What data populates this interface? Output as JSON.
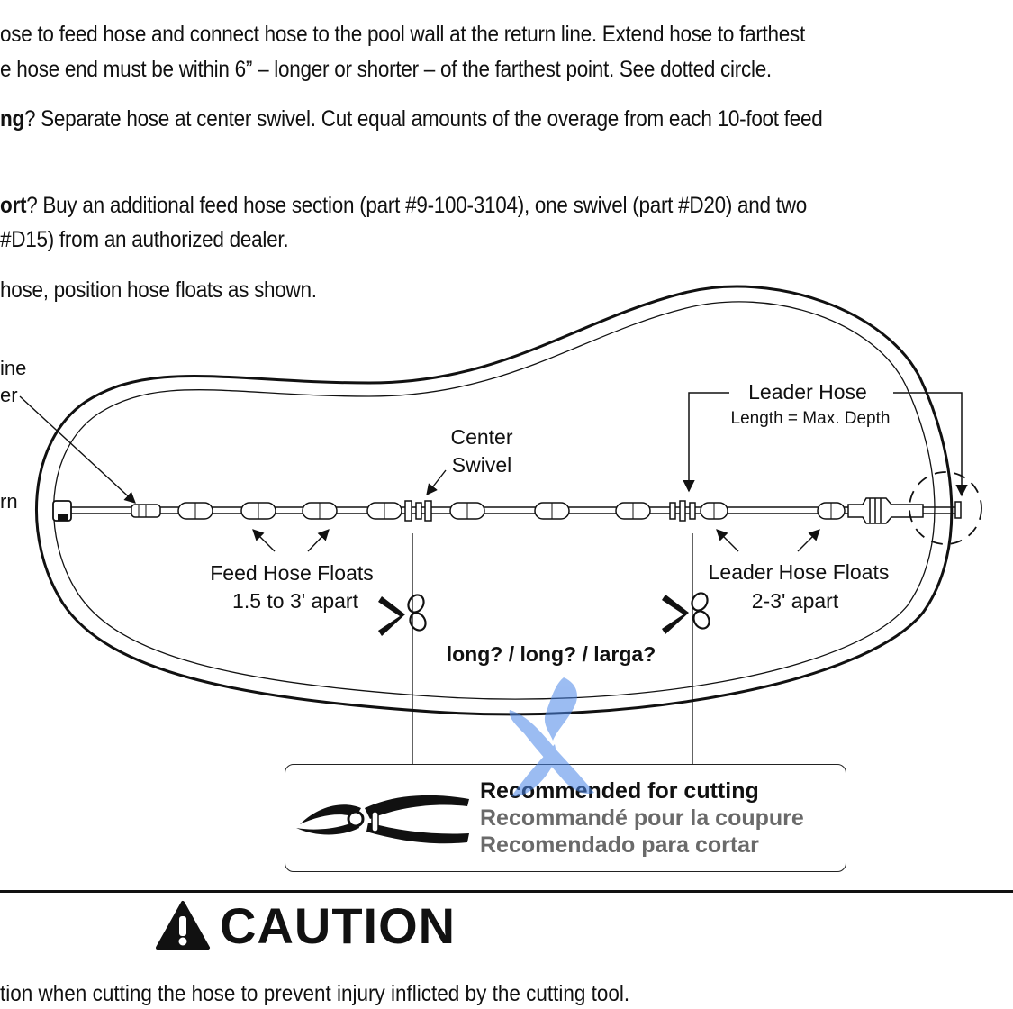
{
  "instructions": {
    "line1": "ose to feed hose and connect hose to the pool wall at the return line. Extend hose to farthest",
    "line2": "e hose end must be within 6” – longer or shorter – of the farthest point. See dotted circle.",
    "too_long_bold": "ng",
    "too_long_text": "? Separate hose at center swivel. Cut equal amounts of the overage from each 10-foot feed",
    "too_short_bold": "ort",
    "too_short_text": "? Buy an additional feed hose section (part #9-100-3104), one swivel (part #D20) and two",
    "too_short_line2": "#D15) from an authorized dealer.",
    "floats_line": "hose, position hose floats as shown."
  },
  "diagram": {
    "left_label_1": "ine",
    "left_label_2": "er",
    "left_label_3": "rn",
    "center_swivel_1": "Center",
    "center_swivel_2": "Swivel",
    "leader_hose": "Leader Hose",
    "leader_length": "Length = Max. Depth",
    "feed_floats_1": "Feed Hose Floats",
    "feed_floats_2": "1.5 to 3' apart",
    "leader_floats_1": "Leader Hose Floats",
    "leader_floats_2": "2-3' apart",
    "too_long_question": "long? / long? / larga?"
  },
  "recommendation": {
    "en": "Recommended for cutting",
    "fr": "Recommandé pour la coupure",
    "es": "Recomendado para cortar"
  },
  "caution": {
    "title": "CAUTION",
    "text": "tion when cutting the hose to prevent injury inflicted by the cutting tool."
  },
  "colors": {
    "ink": "#111111",
    "gray_text": "#6a6a6a",
    "smudge_blue": "#4a86e8"
  },
  "icons": [
    "warning-triangle-icon",
    "scissors-icon",
    "pruning-shears-icon"
  ]
}
